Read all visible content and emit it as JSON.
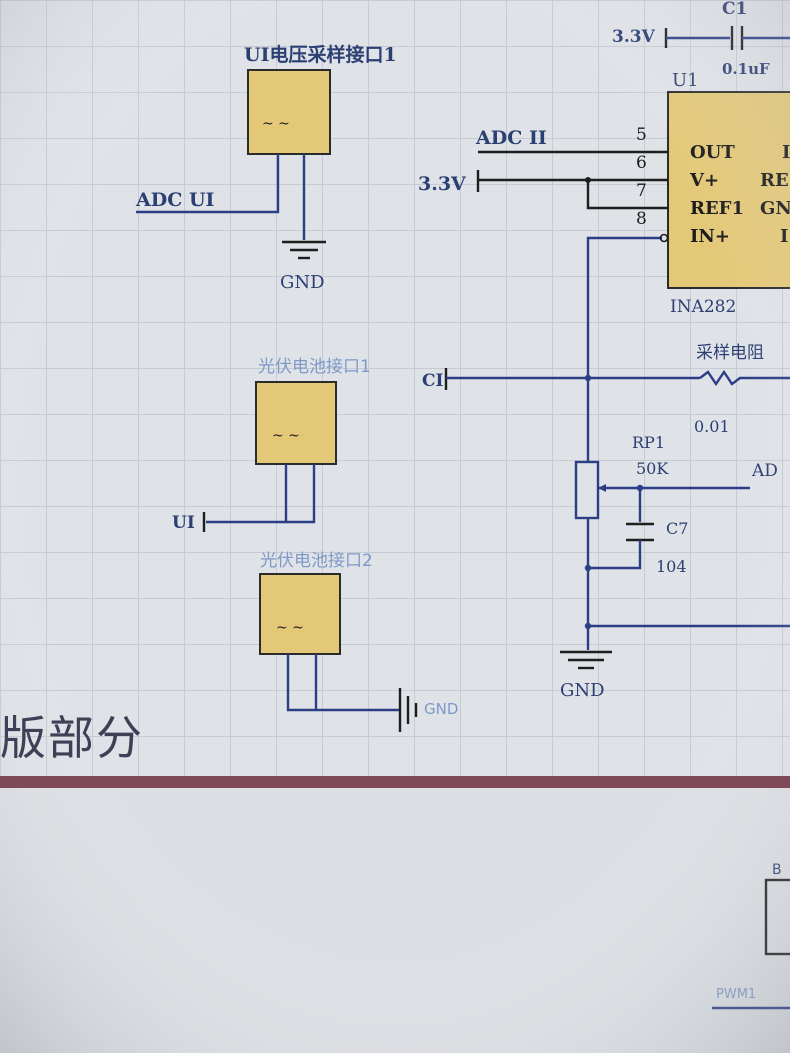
{
  "connectors": {
    "ui_sample": {
      "title": "UI电压采样接口1",
      "pins": "~ ~"
    },
    "pv1": {
      "title": "光伏电池接口1",
      "pins": "~ ~"
    },
    "pv2": {
      "title": "光伏电池接口2",
      "pins": "~ ~"
    }
  },
  "nets": {
    "adc_ui": "ADC UI",
    "gnd": "GND",
    "adc_ii": "ADC II",
    "v33_top": "3.3V",
    "v33_side": "3.3V",
    "ui": "UI",
    "ci": "CI",
    "gnd_mid": "GND",
    "gnd_pv2": "GND",
    "adc_cut": "AD"
  },
  "ic": {
    "ref": "U1",
    "part": "INA282",
    "pins": [
      {
        "num": "5",
        "name": "OUT"
      },
      {
        "num": "6",
        "name": "V+"
      },
      {
        "num": "7",
        "name": "REF1"
      },
      {
        "num": "8",
        "name": "IN+"
      }
    ],
    "right_pins": [
      "I",
      "RE",
      "GN",
      "I"
    ]
  },
  "components": {
    "c1": {
      "ref": "C1",
      "value": "0.1uF"
    },
    "shunt": {
      "ref": "采样电阻",
      "value": "0.01"
    },
    "rp1": {
      "ref": "RP1",
      "value": "50K"
    },
    "c7": {
      "ref": "C7",
      "value": "104"
    }
  },
  "footer": {
    "section_title": "版部分",
    "box_label": "B",
    "net_pwm": "PWM1"
  },
  "colors": {
    "background": "#d9dde2",
    "grid": "#c6cbd3",
    "wire": "#2c3f86",
    "component_fill": "#e3c878",
    "divider": "#7f4a57"
  }
}
